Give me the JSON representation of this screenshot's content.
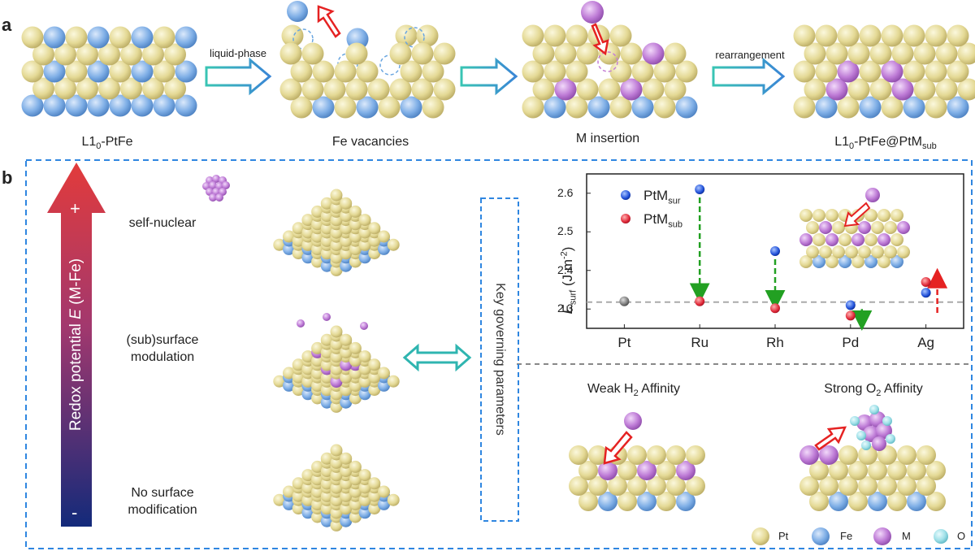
{
  "panel_a": {
    "letter": "a",
    "captions": {
      "step1_pre": "L1",
      "step1_sub": "0",
      "step1_post": "-PtFe",
      "step2": "Fe vacancies",
      "step3": "M insertion",
      "step4_pre": "L1",
      "step4_sub": "0",
      "step4_mid": "-PtFe@PtM",
      "step4_sub2": "sub"
    },
    "arrows": {
      "arrow1": "liquid-phase",
      "arrow3": "rearrangement"
    }
  },
  "panel_b": {
    "letter": "b",
    "redox": {
      "label_pre": "Redox potential ",
      "label_var": "E",
      "label_post": " (M-Fe)",
      "plus": "+",
      "minus": "-"
    },
    "levels": {
      "top": "self-nuclear",
      "mid": "(sub)surface modulation",
      "bottom": "No surface modification"
    },
    "key_box": "Key governing parameters",
    "affinities": {
      "weak_pre": "Weak H",
      "weak_sub": "2",
      "weak_post": " Affinity",
      "strong_pre": "Strong O",
      "strong_sub": "2",
      "strong_post": " Affinity"
    },
    "legend": [
      "Pt",
      "Fe",
      "M",
      "O"
    ]
  },
  "chart_data": {
    "type": "scatter",
    "ylabel_var": "E",
    "ylabel_sub": "surf",
    "ylabel_unit": " (J m",
    "ylabel_exp": "-2",
    "ylabel_close": ")",
    "categories": [
      "Pt",
      "Ru",
      "Rh",
      "Pd",
      "Ag"
    ],
    "yticks": [
      "2.3",
      "2.4",
      "2.5",
      "2.6"
    ],
    "ylim": [
      2.25,
      2.65
    ],
    "reference_line": 2.318,
    "series": [
      {
        "name_pre": "PtM",
        "name_sub": "sur",
        "color": "#1f4fd8",
        "values": [
          null,
          2.61,
          2.45,
          2.31,
          2.342
        ]
      },
      {
        "name_pre": "PtM",
        "name_sub": "sub",
        "color": "#e02838",
        "values": [
          null,
          2.32,
          2.302,
          2.283,
          2.37
        ]
      }
    ],
    "pt_value": 2.32,
    "pt_color": "#777777",
    "legend_position": "top-left"
  },
  "colors": {
    "pt": "#e8df9e",
    "fe": "#86b3e6",
    "m": "#c47fd6",
    "o": "#9fe3ea",
    "arrow_teal": "#2fb5b0",
    "arrow_blue": "#3b7fd0",
    "dashed_box": "#2f86e0",
    "red": "#e52222",
    "green": "#22a022",
    "redox_top": "#e23b3b",
    "redox_bottom": "#132a7a"
  }
}
